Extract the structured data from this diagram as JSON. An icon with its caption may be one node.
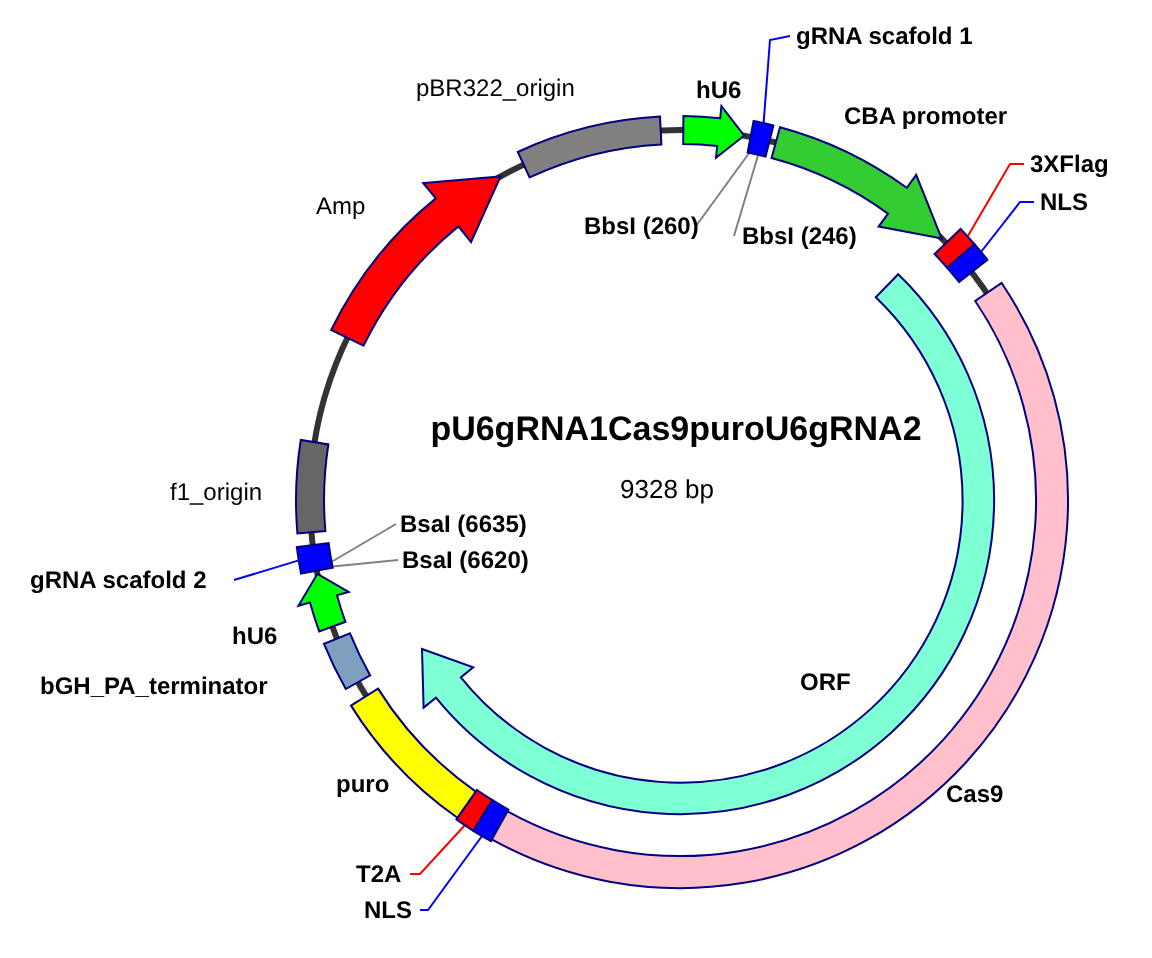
{
  "diagram": {
    "title": "pU6gRNA1Cas9puroU6gRNA2",
    "nodes": [
      {
        "text": [
          "gRNA scafold 1"
        ]
      },
      {
        "text": [],
        "shape": "bar"
      },
      {
        "text": [
          "BbsI (260)"
        ]
      },
      {
        "text": [
          "BbsI (246)"
        ]
      },
      {
        "text": [
          "3XFlag"
        ]
      },
      {
        "text": [],
        "shape": "bar"
      },
      {
        "text": [
          "NLS"
        ]
      },
      {
        "text": [],
        "shape": "bar"
      },
      {
        "text": [
          "BsaI (6635)"
        ]
      },
      {
        "text": [
          "BsaI (6620)"
        ]
      },
      {
        "text": [
          "gRNA scafold 2"
        ]
      },
      {
        "text": [],
        "shape": "bar"
      },
      {
        "text": [
          "T2A"
        ]
      },
      {
        "text": [],
        "shape": "bar"
      },
      {
        "text": [
          "NLS"
        ]
      },
      {
        "text": [],
        "shape": "bar"
      },
      {
        "text": [],
        "shape": "bar"
      },
      {
        "text": [],
        "shape": "arrow"
      },
      {
        "text": [],
        "shape": "bar"
      },
      {
        "text": [],
        "shape": "arrow"
      },
      {
        "text": [],
        "shape": "bar"
      },
      {
        "text": [],
        "shape": "arrow"
      },
      {
        "text": [],
        "shape": "bar"
      },
      {
        "text": [],
        "shape": "bar"
      },
      {
        "text": [],
        "shape": "arrow"
      },
      {
        "text": [],
        "shape": "arrow"
      }
    ],
    "edges": [
      {
        "from": 0,
        "to": 1,
        "arrow": "none",
        "color": "#0000ff"
      },
      {
        "from": 2,
        "to": 1,
        "arrow": "none",
        "color": "#808080"
      },
      {
        "from": 3,
        "to": 1,
        "arrow": "none",
        "color": "#808080"
      },
      {
        "from": 4,
        "to": 5,
        "arrow": "none",
        "color": "#ff0000"
      },
      {
        "from": 6,
        "to": 7,
        "arrow": "none",
        "color": "#0000ff"
      },
      {
        "from": 8,
        "to": 11,
        "arrow": "none",
        "color": "#808080"
      },
      {
        "from": 9,
        "to": 11,
        "arrow": "none",
        "color": "#808080"
      },
      {
        "from": 10,
        "to": 11,
        "arrow": "none",
        "color": "#0000ff"
      },
      {
        "from": 12,
        "to": 13,
        "arrow": "none",
        "color": "#ff0000"
      },
      {
        "from": 14,
        "to": 15,
        "arrow": "none",
        "color": "#0000ff"
      }
    ],
    "labels": [
      "pBR322_origin",
      "hU6",
      "CBA promoter",
      "Amp",
      "f1_origin",
      "9328 bp",
      "hU6",
      "bGH_PA_terminator",
      "ORF",
      "puro",
      "Cas9"
    ]
  }
}
